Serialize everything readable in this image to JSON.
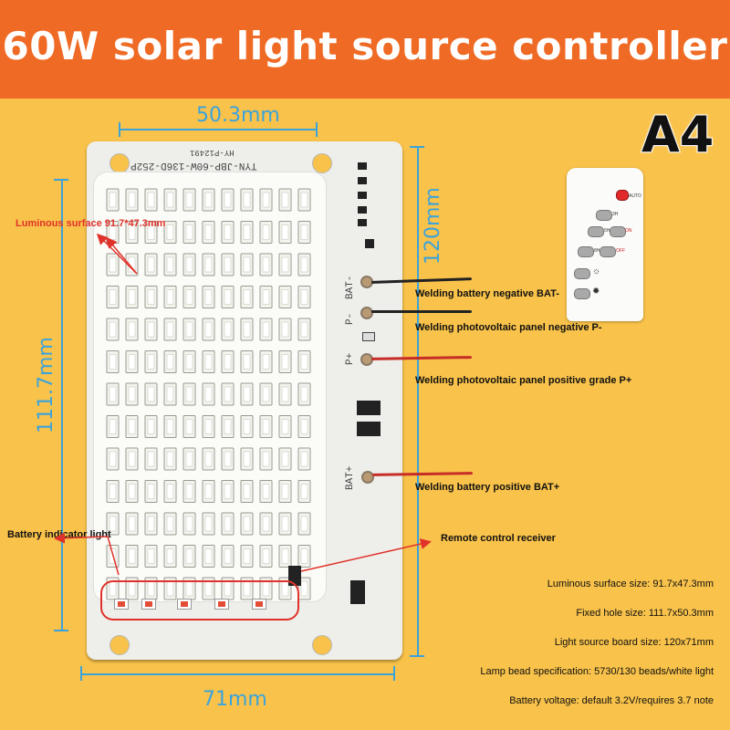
{
  "title": "60W solar light source controller",
  "badge": "A4",
  "dimensions": {
    "top": "50.3mm",
    "right": "120mm",
    "left": "111.7mm",
    "bottom": "71mm"
  },
  "silkscreen": {
    "model": "TYN-JBP-60W-136D-252P",
    "code": "HY-P12491",
    "bat_minus": "BAT-",
    "p_minus": "P-",
    "p_plus": "P+",
    "bat_plus": "BAT+"
  },
  "annotations": {
    "luminous_surface": "Luminous surface 91.7*47.3mm",
    "battery_indicator": "Battery indicator light",
    "bat_neg": "Welding battery negative BAT-",
    "pv_neg": "Welding photovoltaic panel negative P-",
    "pv_pos": "Welding photovoltaic panel positive grade P+",
    "bat_pos": "Welding battery positive BAT+",
    "remote_receiver": "Remote control receiver"
  },
  "remote": {
    "auto": "AUTO",
    "b3h": "3H",
    "b5h": "5H",
    "on": "ON",
    "b8h": "8H",
    "off": "OFF"
  },
  "specs": [
    "Luminous surface size: 91.7x47.3mm",
    "Fixed hole size: 111.7x50.3mm",
    "Light source board size: 120x71mm",
    "Lamp bead specification: 5730/130 beads/white light",
    "Battery voltage: default 3.2V/requires 3.7 note"
  ],
  "colors": {
    "banner": "#ef6a24",
    "background": "#f9c24a",
    "dimension": "#3ba3dc",
    "annotation_arrow": "#e0322a"
  }
}
